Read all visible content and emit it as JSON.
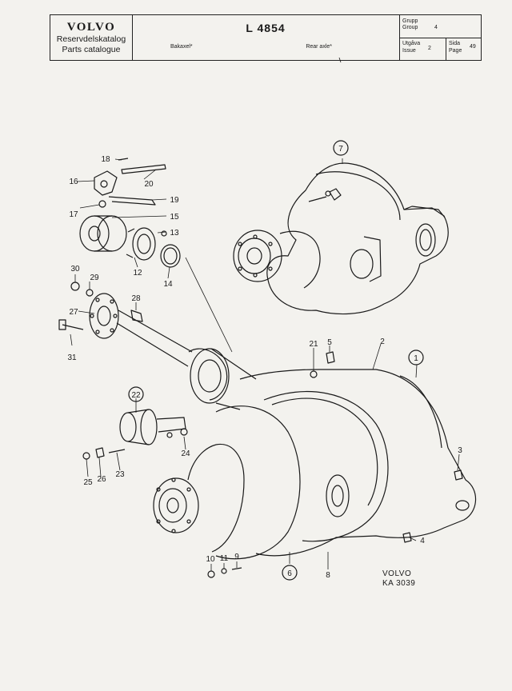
{
  "header": {
    "brand": "VOLVO",
    "catalog_sv": "Reservdelskatalog",
    "catalog_en": "Parts catalogue",
    "document_number": "L 4854",
    "title_sv": "Bakaxel*",
    "title_en": "Rear axle*",
    "group_label_sv": "Grupp",
    "group_label_en": "Group",
    "group_value": "4",
    "issue_label_sv": "Utgåva",
    "issue_label_en": "Issue",
    "issue_value": "2",
    "page_label_sv": "Sida",
    "page_label_en": "Page",
    "page_value": "49"
  },
  "callouts": {
    "c1": "1",
    "c2": "2",
    "c3": "3",
    "c4": "4",
    "c5": "5",
    "c6": "6",
    "c7": "7",
    "c8": "8",
    "c9": "9",
    "c10": "10",
    "c11": "11",
    "c12": "12",
    "c13": "13",
    "c14": "14",
    "c15": "15",
    "c16": "16",
    "c17": "17",
    "c18": "18",
    "c19": "19",
    "c20": "20",
    "c21": "21",
    "c22": "22",
    "c23": "23",
    "c24": "24",
    "c25": "25",
    "c26": "26",
    "c27": "27",
    "c28": "28",
    "c29": "29",
    "c30": "30",
    "c31": "31"
  },
  "credit": {
    "brand": "VOLVO",
    "code": "KA 3039"
  }
}
